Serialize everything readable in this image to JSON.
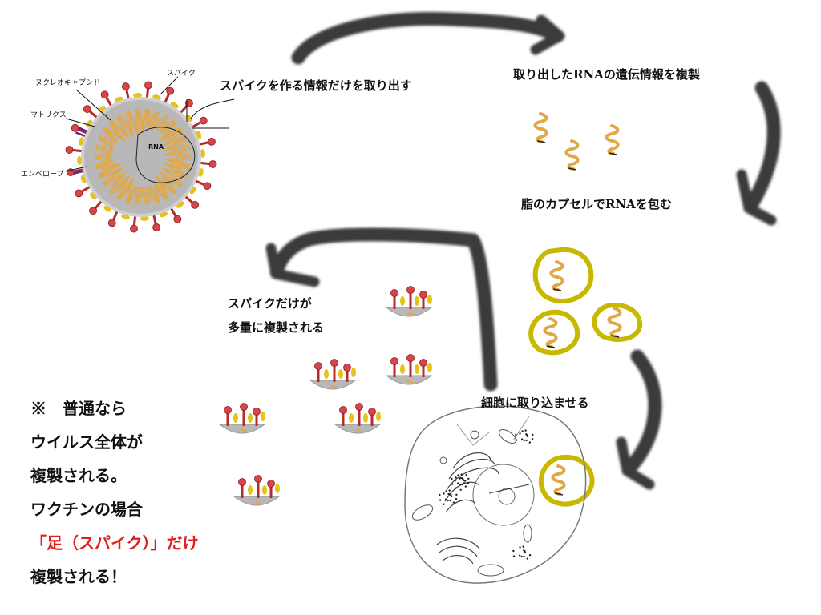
{
  "virus": {
    "labels": {
      "nucleocapsid": "ヌクレオキャプシド",
      "spike": "スパイク",
      "matrix": "マトリクス",
      "envelope": "エンベロープ",
      "rna": "RNA"
    }
  },
  "steps": {
    "extract": "スパイクを作る情報だけを取り出す",
    "copy": "取り出したRNAの遺伝情報を複製",
    "wrap": "脂のカプセルでRNAを包む",
    "insert": "細胞に取り込ませる",
    "spike_line1": "スパイクだけが",
    "spike_line2": "多量に複製される"
  },
  "note": {
    "line1": "※　普通なら",
    "line2": "ウイルス全体が",
    "line3": "複製される。",
    "line4": "ワクチンの場合",
    "line5": "「足（スパイク）」だけ",
    "line6": "複製される！"
  },
  "colors": {
    "arrow": "#3a3a3a",
    "capsule": "#c9b800",
    "rna": "#e0a848",
    "spike_stem": "#b52a2a",
    "spike_head": "#d9434a",
    "matrix": "#e6c21a",
    "virus_body": "#b8b8b8",
    "highlight_text": "#e02020"
  },
  "icons": {
    "rna": "rna-strand-icon",
    "spike": "spike-protein-icon",
    "cell": "cell-icon",
    "arrow": "curved-arrow-icon"
  }
}
